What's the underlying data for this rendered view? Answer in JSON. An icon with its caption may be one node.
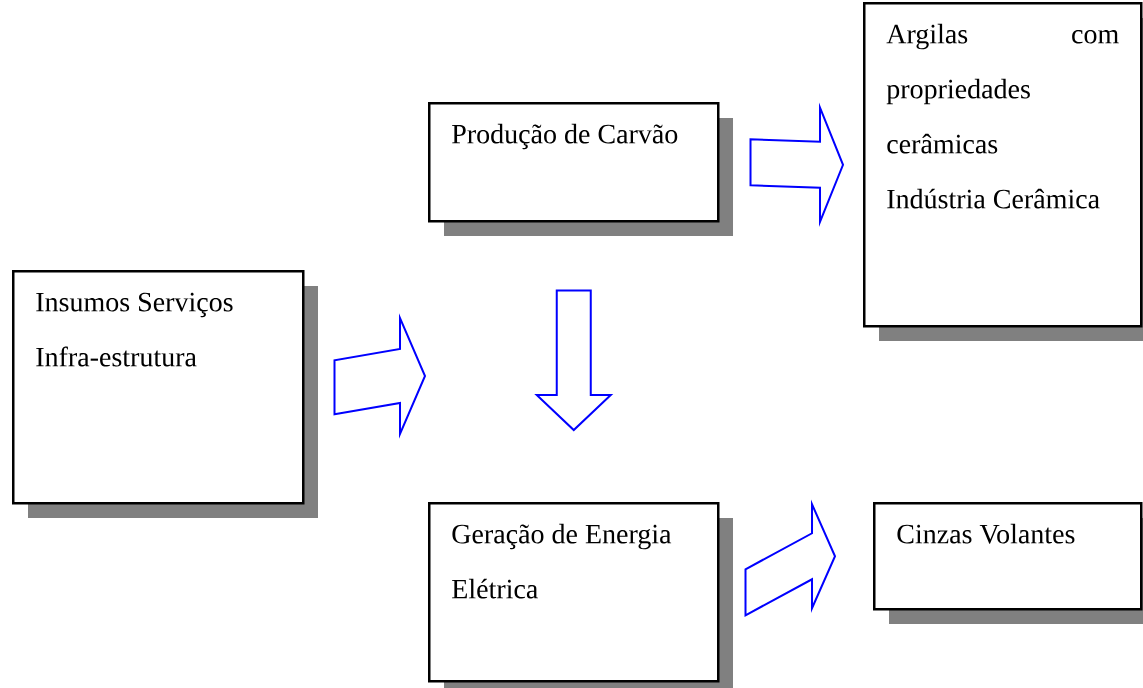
{
  "diagram": {
    "nodes": [
      {
        "text": [
          "Insumos Serviços Infra-estrutura"
        ]
      },
      {
        "text": [
          "Produção de Carvão"
        ]
      },
      {
        "text": [
          "Argilas com propriedades cerâmicas",
          "Indústria Cerâmica"
        ]
      },
      {
        "text": [
          "Geração de Energia Elétrica"
        ]
      },
      {
        "text": [
          "Cinzas Volantes"
        ]
      }
    ],
    "edges": [
      {
        "from": 0,
        "to": null,
        "arrow": "to"
      },
      {
        "from": 1,
        "to": 2,
        "arrow": "to"
      },
      {
        "from": 1,
        "to": 3,
        "arrow": "to"
      },
      {
        "from": 3,
        "to": 4,
        "arrow": "to"
      }
    ]
  }
}
